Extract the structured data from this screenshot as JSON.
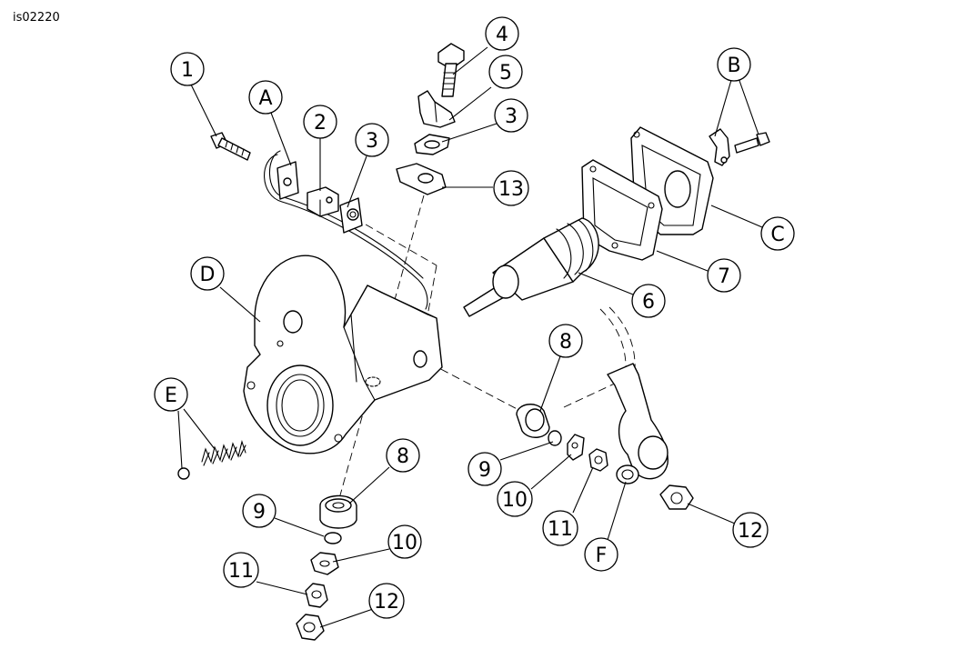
{
  "figure_id": "is02220",
  "callouts": [
    {
      "label": "1"
    },
    {
      "label": "A"
    },
    {
      "label": "2"
    },
    {
      "label": "3"
    },
    {
      "label": "4"
    },
    {
      "label": "5"
    },
    {
      "label": "3"
    },
    {
      "label": "13"
    },
    {
      "label": "B"
    },
    {
      "label": "C"
    },
    {
      "label": "7"
    },
    {
      "label": "6"
    },
    {
      "label": "D"
    },
    {
      "label": "8"
    },
    {
      "label": "E"
    },
    {
      "label": "8"
    },
    {
      "label": "9"
    },
    {
      "label": "10"
    },
    {
      "label": "9"
    },
    {
      "label": "10"
    },
    {
      "label": "11"
    },
    {
      "label": "11"
    },
    {
      "label": "12"
    },
    {
      "label": "F"
    },
    {
      "label": "12"
    }
  ]
}
